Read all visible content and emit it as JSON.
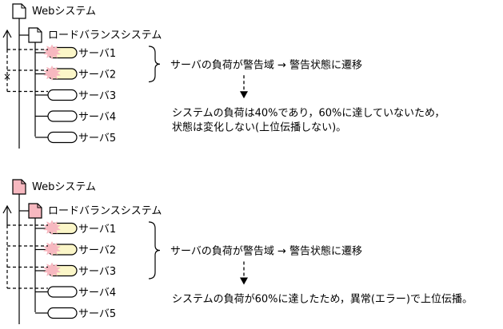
{
  "colors": {
    "line": "#000000",
    "normal_fill": "#ffffff",
    "warning_fill": "#fbf6c8",
    "warning_burst": "#f7b8c0",
    "error_fill": "#f7b8c0"
  },
  "icons": {
    "system": "document-icon",
    "loadbalancer": "document-icon",
    "server": "server-capsule-icon",
    "warning": "warning-burst-icon",
    "propagate": "arrow-up-icon",
    "blocked": "cross-icon"
  },
  "scenarios": [
    {
      "system_label": "Webシステム",
      "system_state": "normal",
      "lb_label": "ロードバランスシステム",
      "lb_state": "normal",
      "servers": [
        {
          "label": "サーバ1",
          "state": "warning"
        },
        {
          "label": "サーバ2",
          "state": "warning"
        },
        {
          "label": "サーバ3",
          "state": "normal"
        },
        {
          "label": "サーバ4",
          "state": "normal"
        },
        {
          "label": "サーバ5",
          "state": "normal"
        }
      ],
      "brace_count": 2,
      "transition_text": "サーバの負荷が警告域 → 警告状態に遷移",
      "result_lines": [
        "システムの負荷は40%であり，60%に達していないため，",
        "状態は変化しない(上位伝播しない)。"
      ],
      "propagated": false,
      "blocked_mark": "×"
    },
    {
      "system_label": "Webシステム",
      "system_state": "error",
      "lb_label": "ロードバランスシステム",
      "lb_state": "error",
      "servers": [
        {
          "label": "サーバ1",
          "state": "warning"
        },
        {
          "label": "サーバ2",
          "state": "warning"
        },
        {
          "label": "サーバ3",
          "state": "warning"
        },
        {
          "label": "サーバ4",
          "state": "normal"
        },
        {
          "label": "サーバ5",
          "state": "normal"
        }
      ],
      "brace_count": 3,
      "transition_text": "サーバの負荷が警告域 → 警告状態に遷移",
      "result_lines": [
        "システムの負荷が60%に達したため，異常(エラー)で上位伝播。"
      ],
      "propagated": true,
      "blocked_mark": ""
    }
  ]
}
